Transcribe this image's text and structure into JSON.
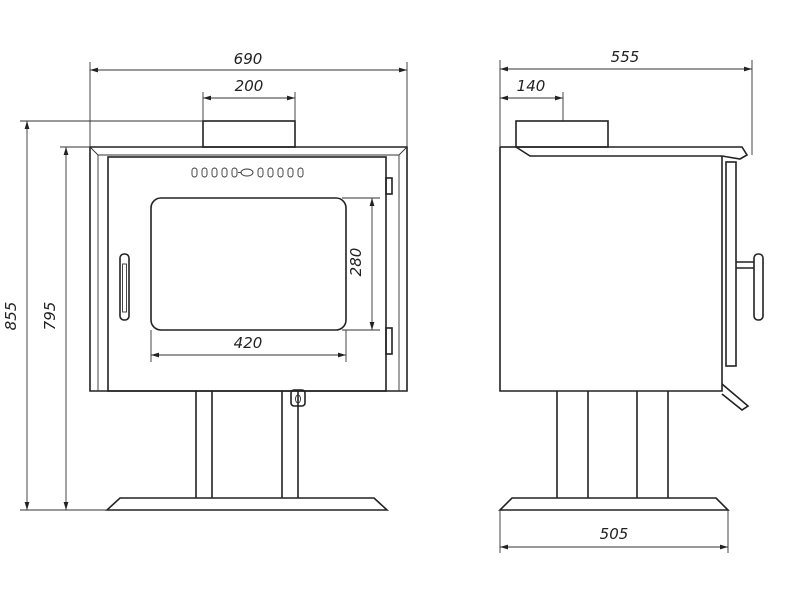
{
  "front_view": {
    "overall_width": "690",
    "flue_width": "200",
    "glass_height": "280",
    "glass_width": "420",
    "overall_height": "855",
    "body_height": "795"
  },
  "side_view": {
    "overall_depth": "555",
    "flue_offset": "140",
    "base_depth": "505"
  },
  "colors": {
    "line": "#222222",
    "background": "#ffffff"
  }
}
